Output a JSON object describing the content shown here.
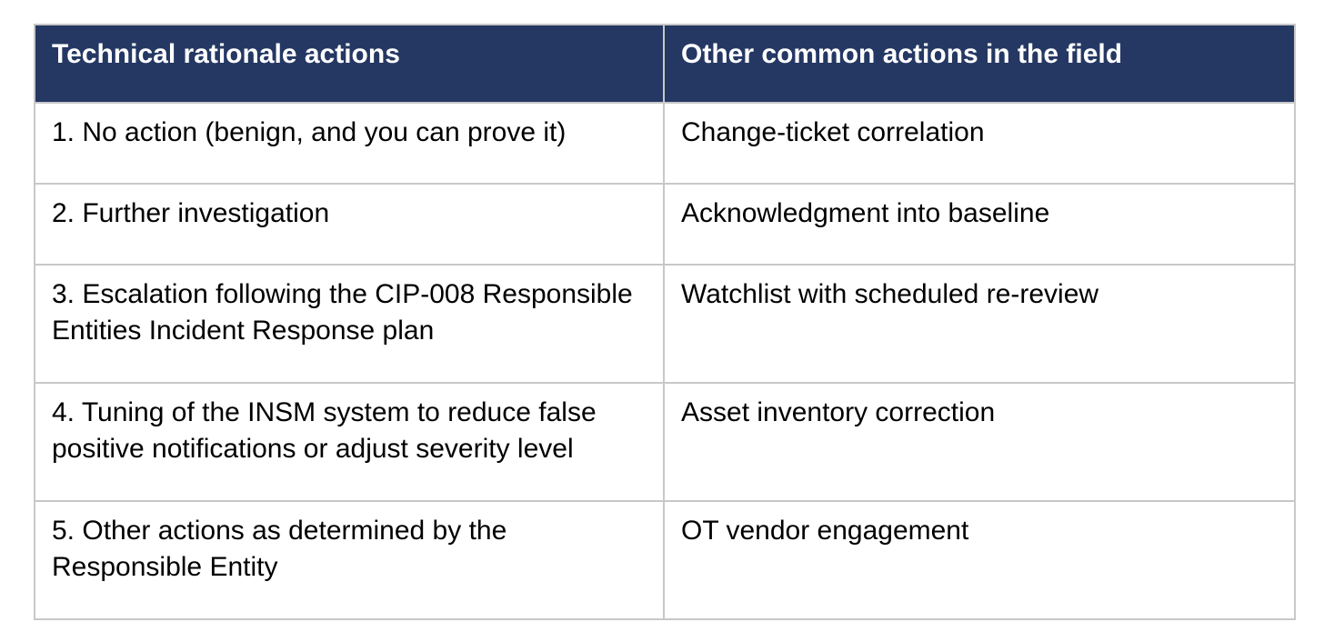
{
  "table": {
    "headers": {
      "technical": "Technical rationale actions",
      "other": "Other common actions in the field"
    },
    "rows": [
      {
        "technical": "1. No action (benign, and you can prove it)",
        "other": "Change-ticket correlation"
      },
      {
        "technical": "2. Further investigation",
        "other": "Acknowledgment into baseline"
      },
      {
        "technical": "3. Escalation following the CIP-008 Responsible Entities Incident Response plan",
        "other": "Watchlist with scheduled re-review"
      },
      {
        "technical": "4. Tuning of the INSM system to reduce false positive notifications or adjust severity level",
        "other": "Asset inventory correction"
      },
      {
        "technical": "5. Other actions as determined by the Responsible Entity",
        "other": "OT vendor engagement"
      }
    ],
    "colors": {
      "header_background": "#253864",
      "header_text": "#ffffff",
      "border": "#c8c8c8"
    }
  }
}
